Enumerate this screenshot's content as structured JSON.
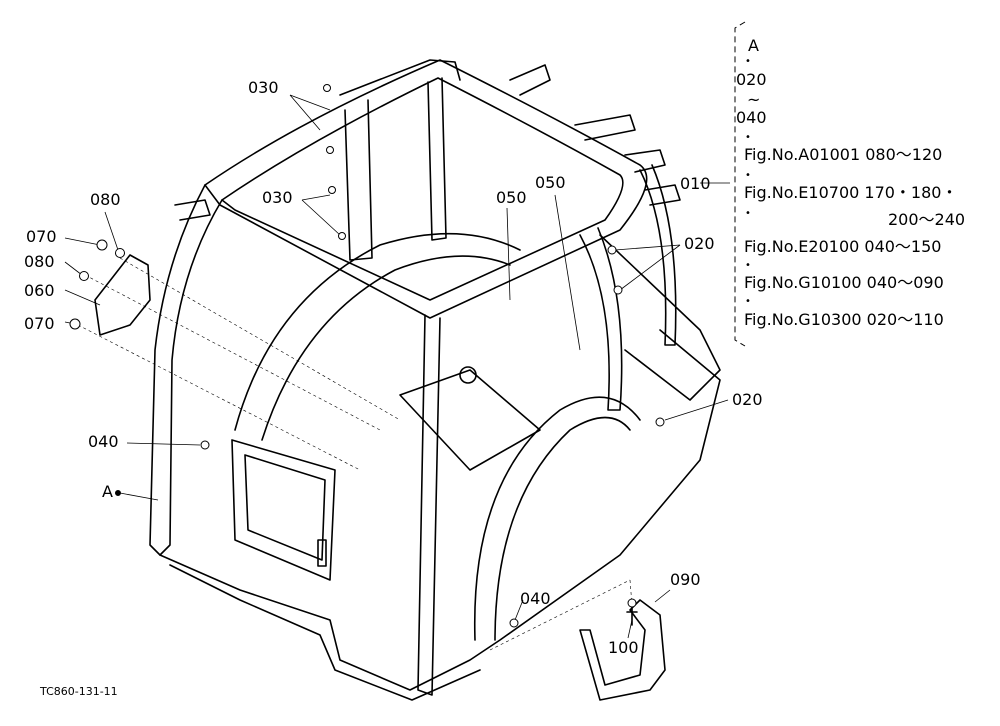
{
  "callouts": {
    "p030a": "030",
    "p030b": "030",
    "p080a": "080",
    "p070a": "070",
    "p080b": "080",
    "p060": "060",
    "p070b": "070",
    "p040a": "040",
    "pA": "A",
    "p050a": "050",
    "p050b": "050",
    "p010": "010",
    "p020a": "020",
    "p020b": "020",
    "p040b": "040",
    "p090": "090",
    "p100": "100"
  },
  "reference_block": {
    "head": "A",
    "dot1": "•",
    "from": "020",
    "tilde": "~",
    "to": "040",
    "dot2": "•",
    "line1": "Fig.No.A01001  080～120",
    "dot3": "•",
    "line2": "Fig.No.E10700  170・180・",
    "dot4": "•",
    "line2b": "200～240",
    "line3": "Fig.No.E20100  040～150",
    "dot5": "•",
    "line4": "Fig.No.G10100  040～090",
    "dot6": "•",
    "line5": "Fig.No.G10300  020～110"
  },
  "drawing_code": "TC860-131-11"
}
